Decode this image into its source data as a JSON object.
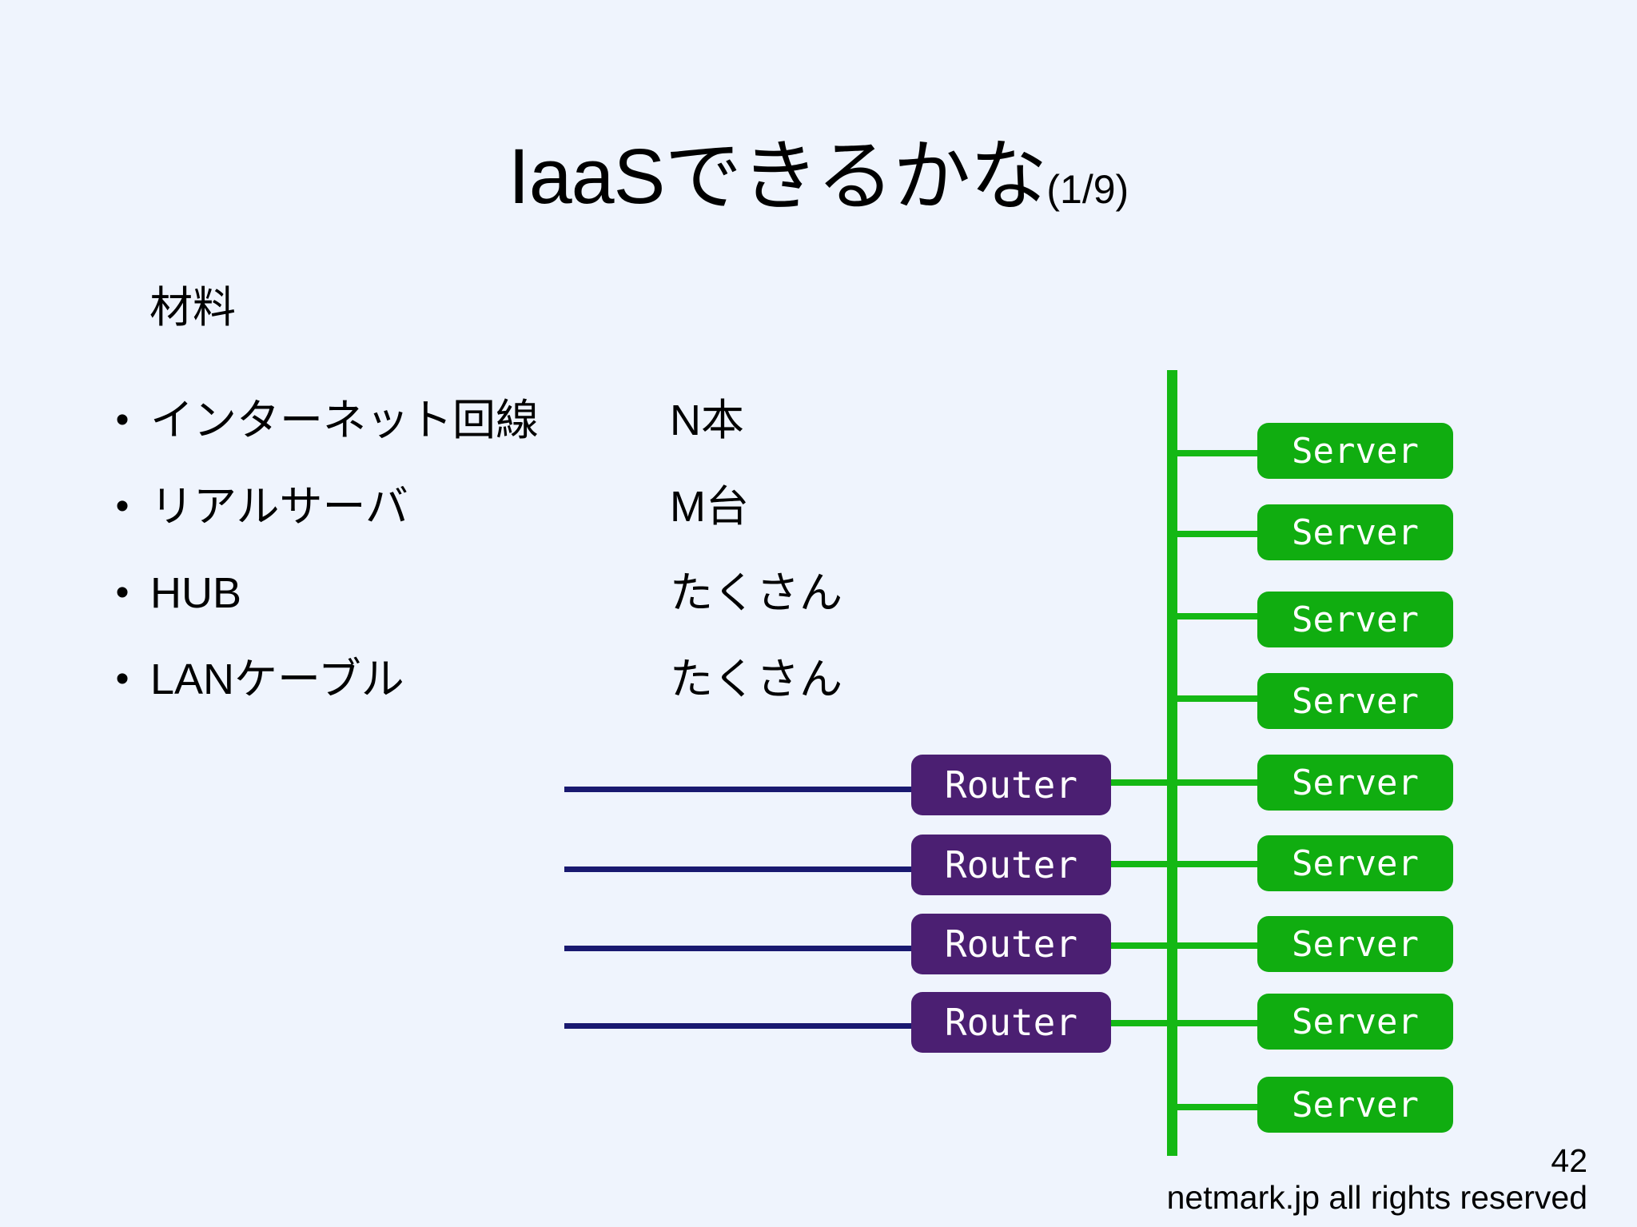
{
  "slide": {
    "background_color": "#eff4fd",
    "title_main": "IaaSできるかな",
    "title_sub": "(1/9)",
    "materials_heading": "材料",
    "materials": [
      {
        "bullet": "•",
        "label": "インターネット回線",
        "value": "N本"
      },
      {
        "bullet": "•",
        "label": "リアルサーバ",
        "value": "M台"
      },
      {
        "bullet": "•",
        "label": "HUB",
        "value": "たくさん"
      },
      {
        "bullet": "•",
        "label": "LANケーブル",
        "value": "たくさん"
      }
    ],
    "diagram": {
      "router_label": "Router",
      "server_label": "Server",
      "router_count": 4,
      "server_count": 9,
      "internet_line_count": 4,
      "colors": {
        "internet_line": "#191970",
        "bus_line": "#14b814",
        "router_box": "#4b1f72",
        "server_box": "#10ad10",
        "node_text": "#ffffff"
      }
    },
    "page_number": "42",
    "footer_credit": "netmark.jp all rights reserved"
  }
}
